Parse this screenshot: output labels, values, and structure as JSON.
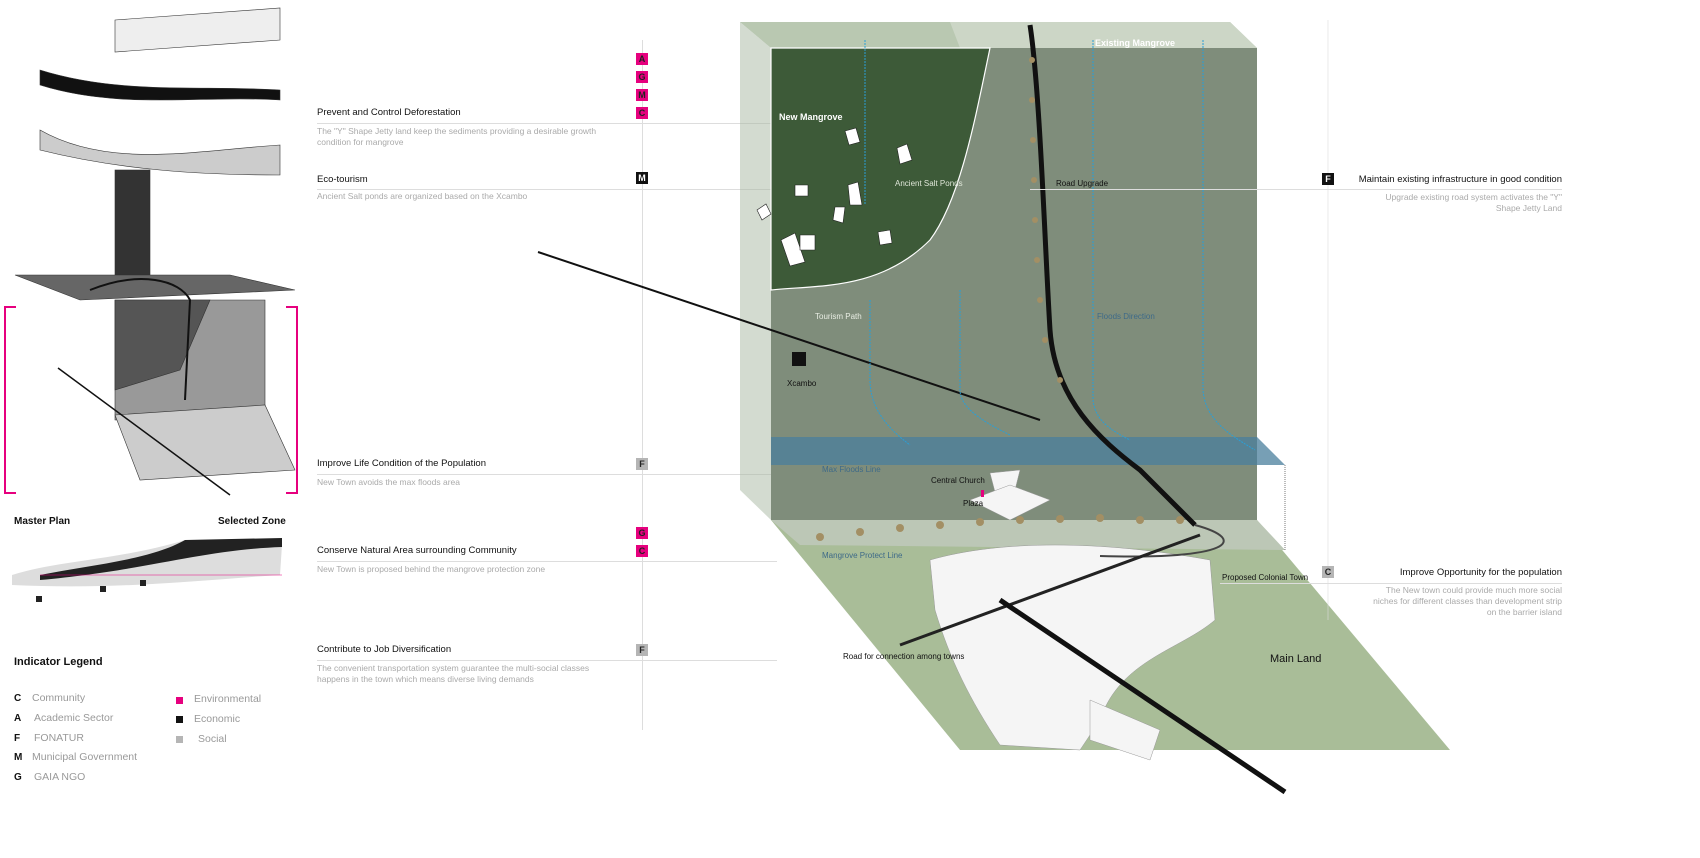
{
  "colors": {
    "environmental": "#e6007e",
    "economic": "#111111",
    "social": "#b5b5b5",
    "flood_blue": "#4a7f9c"
  },
  "left_panel": {
    "master_plan": "Master Plan",
    "selected_zone": "Selected Zone"
  },
  "legend": {
    "title": "Indicator Legend",
    "stakeholders": [
      {
        "letter": "C",
        "label": "Community"
      },
      {
        "letter": "A",
        "label": "Academic Sector"
      },
      {
        "letter": "F",
        "label": "FONATUR"
      },
      {
        "letter": "M",
        "label": "Municipal Government"
      },
      {
        "letter": "G",
        "label": "GAIA NGO"
      }
    ],
    "categories": [
      {
        "label": "Environmental",
        "color": "#e6007e"
      },
      {
        "label": "Economic",
        "color": "#111111"
      },
      {
        "label": "Social",
        "color": "#b5b5b5"
      }
    ]
  },
  "strategies": [
    {
      "title": "Prevent and Control Deforestation",
      "desc": "The \"Y\" Shape Jetty land keep the sediments providing a desirable growth condition for mangrove",
      "badges": [
        "A",
        "G",
        "M",
        "C"
      ],
      "type": "environmental"
    },
    {
      "title": "Eco-tourism",
      "desc": "Ancient Salt ponds are organized based on the Xcambo",
      "badges": [
        "M"
      ],
      "type": "economic"
    },
    {
      "title": "Improve Life Condition of the Population",
      "desc": "New Town avoids the max floods area",
      "badges": [
        "F"
      ],
      "type": "social"
    },
    {
      "title": "Conserve Natural Area surrounding Community",
      "desc": "New Town is proposed behind the mangrove protection zone",
      "badges": [
        "G",
        "C"
      ],
      "type": "environmental"
    },
    {
      "title": "Contribute to Job Diversification",
      "desc": "The convenient transportation system guarantee the multi-social classes happens in the town which means diverse living demands",
      "badges": [
        "F"
      ],
      "type": "social"
    },
    {
      "title": "Maintain existing infrastructure in good condition",
      "desc": "Upgrade existing road system activates the \"Y\" Shape Jetty Land",
      "badges": [
        "F"
      ],
      "type": "economic"
    },
    {
      "title": "Improve Opportunity for the population",
      "desc": "The New town could provide much more social niches for different classes than development strip on the barrier island",
      "badges": [
        "C"
      ],
      "type": "social"
    }
  ],
  "map_labels": {
    "existing_mangrove": "Existing Mangrove",
    "new_mangrove": "New Mangrove",
    "ancient_salt_ponds": "Ancient Salt Ponds",
    "road_upgrade": "Road Upgrade",
    "tourism_path": "Tourism Path",
    "floods_direction": "Floods Direction",
    "xcambo": "Xcambo",
    "max_floods_line": "Max Floods Line",
    "central_church": "Central Church",
    "plaza": "Plaza",
    "mangrove_protect_line": "Mangrove Protect Line",
    "proposed_colonial_town": "Proposed Colonial Town",
    "road_connection": "Road for connection among towns",
    "main_land": "Main Land"
  }
}
